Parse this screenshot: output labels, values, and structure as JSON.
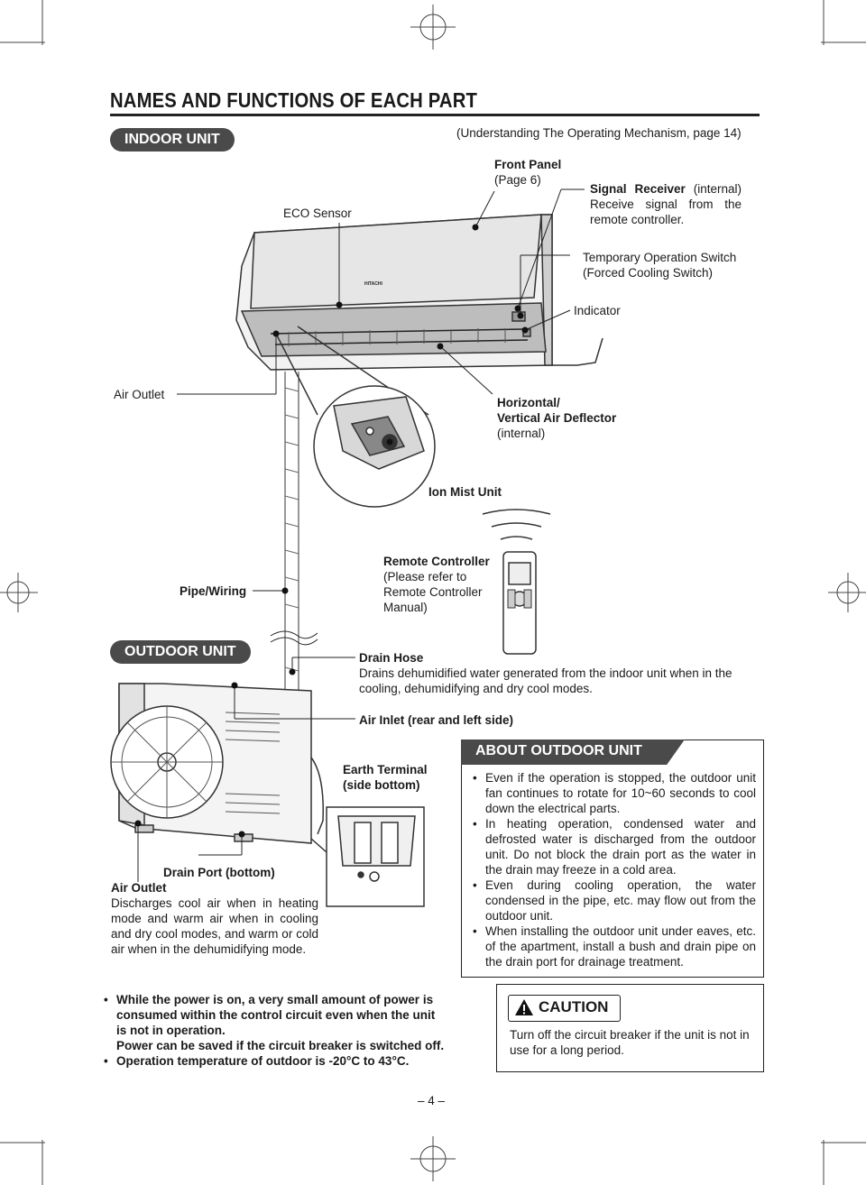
{
  "page": {
    "title": "NAMES AND FUNCTIONS OF EACH PART",
    "indoor_label": "INDOOR UNIT",
    "outdoor_label": "OUTDOOR UNIT",
    "reference": "(Understanding The Operating Mechanism, page 14)",
    "page_number": "– 4 –"
  },
  "indoor": {
    "eco_sensor": "ECO Sensor",
    "front_panel": {
      "name": "Front Panel",
      "note": "(Page 6)"
    },
    "signal_receiver": {
      "name": "Signal Receiver",
      "suffix": " (internal)",
      "desc": "Receive signal from the remote controller."
    },
    "temp_switch": {
      "name": "Temporary Operation Switch",
      "note": "(Forced Cooling Switch)"
    },
    "indicator": "Indicator",
    "air_outlet": "Air Outlet",
    "deflector": {
      "line1": "Horizontal/",
      "line2": "Vertical Air Deflector",
      "note": "(internal)"
    },
    "ion_mist": "Ion Mist Unit",
    "pipe_wiring": "Pipe/Wiring",
    "remote": {
      "name": "Remote Controller",
      "note1": "(Please refer to",
      "note2": "Remote Controller",
      "note3": "Manual)"
    },
    "brand": "HITACHI"
  },
  "outdoor": {
    "drain_hose": {
      "name": "Drain Hose",
      "desc": "Drains dehumidified water generated from the indoor unit when in the cooling, dehumidifying and dry cool modes."
    },
    "air_inlet": "Air Inlet (rear and left side)",
    "earth_terminal": {
      "line1": "Earth Terminal",
      "line2": "(side bottom)"
    },
    "drain_port": "Drain Port (bottom)",
    "air_outlet": {
      "name": "Air Outlet",
      "desc": "Discharges cool air when in heating mode and warm air when in cooling and dry cool modes, and warm or cold air when in the dehumidifying mode."
    }
  },
  "about_outdoor": {
    "title": "ABOUT OUTDOOR UNIT",
    "items": [
      "Even if the operation is stopped, the outdoor unit fan continues to rotate for 10~60 seconds to cool down the electrical parts.",
      "In heating operation, condensed water and defrosted water is discharged from the outdoor unit. Do not block the drain port as the water in the drain may freeze in a cold area.",
      "Even during cooling operation, the water condensed in the pipe, etc. may flow out from the outdoor unit.",
      "When installing the outdoor unit under eaves, etc. of the apartment, install a bush and drain pipe on the drain port for drainage treatment."
    ]
  },
  "notes": {
    "item1_lines": [
      "While the power is on, a very small amount of power is",
      "consumed within the control circuit even when the unit",
      "is not in operation.",
      "Power can be saved if the circuit breaker is switched off."
    ],
    "item2": "Operation temperature of outdoor is -20°C to 43°C."
  },
  "caution": {
    "title": "CAUTION",
    "text": "Turn off the circuit breaker if the unit is not in use for a long period."
  }
}
